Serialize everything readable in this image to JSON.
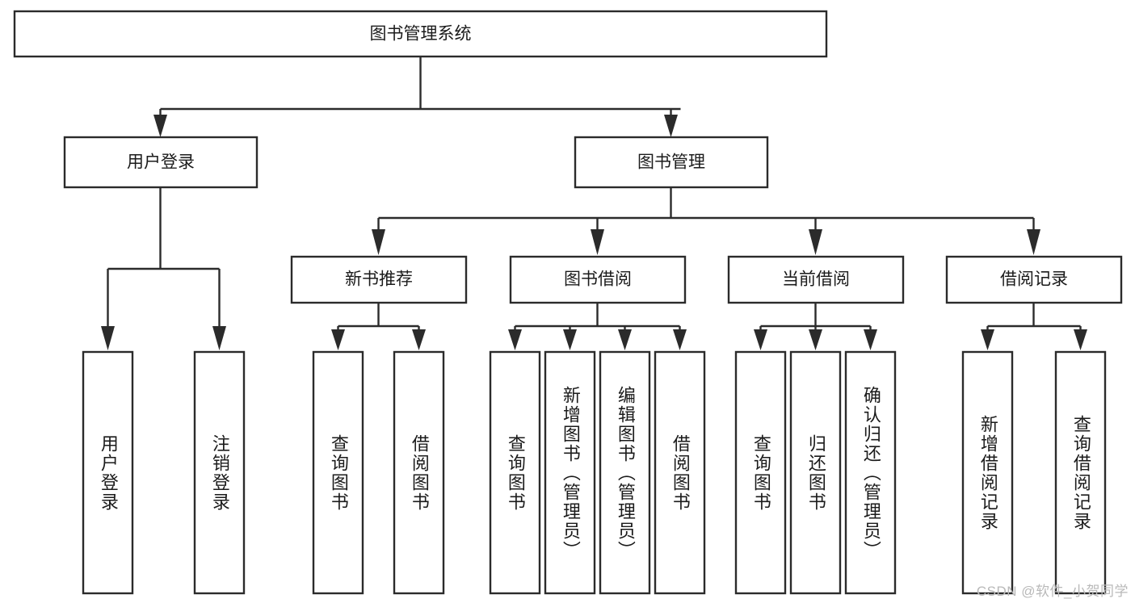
{
  "diagram": {
    "type": "tree-hierarchy",
    "title": "图书管理系统",
    "orientation": "top-down",
    "colors": {
      "stroke": "#2b2b2b",
      "fill": "#ffffff",
      "text": "#1b1b1b",
      "watermark": "#b9b9b9",
      "background": "#ffffff"
    },
    "levels": 4
  },
  "root": {
    "label": "图书管理系统"
  },
  "level2": [
    {
      "label": "用户登录"
    },
    {
      "label": "图书管理"
    }
  ],
  "level3": [
    {
      "label": "新书推荐"
    },
    {
      "label": "图书借阅"
    },
    {
      "label": "当前借阅"
    },
    {
      "label": "借阅记录"
    }
  ],
  "leaves": {
    "user_login": [
      {
        "label": "用户登录"
      },
      {
        "label": "注销登录"
      }
    ],
    "new_book_recommend": [
      {
        "label": "查询图书"
      },
      {
        "label": "借阅图书"
      }
    ],
    "book_borrow": [
      {
        "label": "查询图书"
      },
      {
        "label": "新增图书（管理员）"
      },
      {
        "label": "编辑图书（管理员）"
      },
      {
        "label": "借阅图书"
      }
    ],
    "current_borrow": [
      {
        "label": "查询图书"
      },
      {
        "label": "归还图书"
      },
      {
        "label": "确认归还（管理员）"
      }
    ],
    "borrow_record": [
      {
        "label": "新增借阅记录"
      },
      {
        "label": "查询借阅记录"
      }
    ]
  },
  "watermark": {
    "text": "CSDN @软件_小贺同学"
  }
}
